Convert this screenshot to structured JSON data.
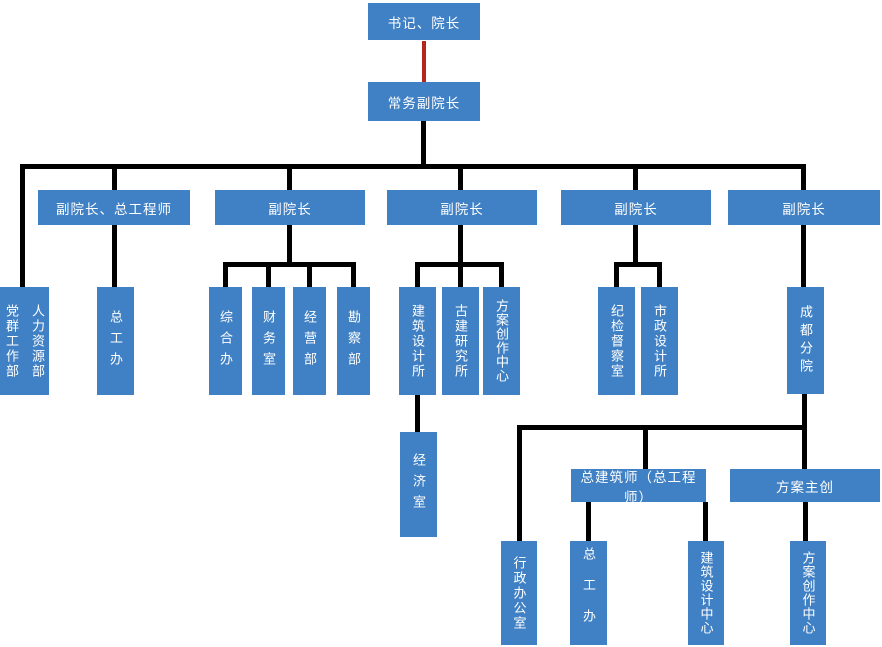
{
  "colors": {
    "box_blue": "#4080c4",
    "connector_black": "#000000",
    "connector_red": "#b4271d",
    "text_white": "#ffffff"
  },
  "nodes": [
    {
      "label": "书记、院长"
    },
    {
      "label": "常务副院长"
    },
    {
      "label": "副院长、总工程师"
    },
    {
      "label": "副院长"
    },
    {
      "label": "副院长"
    },
    {
      "label": "副院长"
    },
    {
      "label": "副院长"
    },
    {
      "label": "党群工作部",
      "label2": "人力资源部"
    },
    {
      "label": "总工办"
    },
    {
      "label": "综合办"
    },
    {
      "label": "财务室"
    },
    {
      "label": "经营部"
    },
    {
      "label": "勘察部"
    },
    {
      "label": "建筑设计所"
    },
    {
      "label": "古建研究所"
    },
    {
      "label": "方案创作中心"
    },
    {
      "label": "纪检督察室"
    },
    {
      "label": "市政设计所"
    },
    {
      "label": "成都分院"
    },
    {
      "label": "经济室"
    },
    {
      "label": "总建筑师（总工程师）"
    },
    {
      "label": "方案主创"
    },
    {
      "label": "行政办公室"
    },
    {
      "label": "总工办"
    },
    {
      "label": "建筑设计中心"
    },
    {
      "label": "方案创作中心"
    }
  ],
  "edges": [
    [
      "secretary-president",
      "executive-vice-president"
    ],
    [
      "executive-vice-president",
      "party-masses-hr-dept"
    ],
    [
      "executive-vice-president",
      "vice-president-chief-engineer"
    ],
    [
      "executive-vice-president",
      "vice-president-2"
    ],
    [
      "executive-vice-president",
      "vice-president-3"
    ],
    [
      "executive-vice-president",
      "vice-president-4"
    ],
    [
      "executive-vice-president",
      "vice-president-5"
    ],
    [
      "vice-president-chief-engineer",
      "chief-engineer-office"
    ],
    [
      "vice-president-2",
      "general-office"
    ],
    [
      "vice-president-2",
      "finance-office"
    ],
    [
      "vice-president-2",
      "business-dept"
    ],
    [
      "vice-president-2",
      "survey-dept"
    ],
    [
      "vice-president-3",
      "architectural-design-institute"
    ],
    [
      "vice-president-3",
      "ancient-architecture-research-institute"
    ],
    [
      "vice-president-3",
      "scheme-creation-center"
    ],
    [
      "vice-president-4",
      "discipline-inspection-office"
    ],
    [
      "vice-president-4",
      "municipal-design-institute"
    ],
    [
      "vice-president-5",
      "chengdu-branch"
    ],
    [
      "architectural-design-institute",
      "economics-office"
    ],
    [
      "chengdu-branch",
      "administrative-office"
    ],
    [
      "chengdu-branch",
      "chief-architect-chief-engineer"
    ],
    [
      "chengdu-branch",
      "scheme-lead"
    ],
    [
      "chief-architect-chief-engineer",
      "chief-engineer-office-branch"
    ],
    [
      "chief-architect-chief-engineer",
      "architectural-design-center"
    ],
    [
      "scheme-lead",
      "scheme-creation-center-branch"
    ]
  ]
}
